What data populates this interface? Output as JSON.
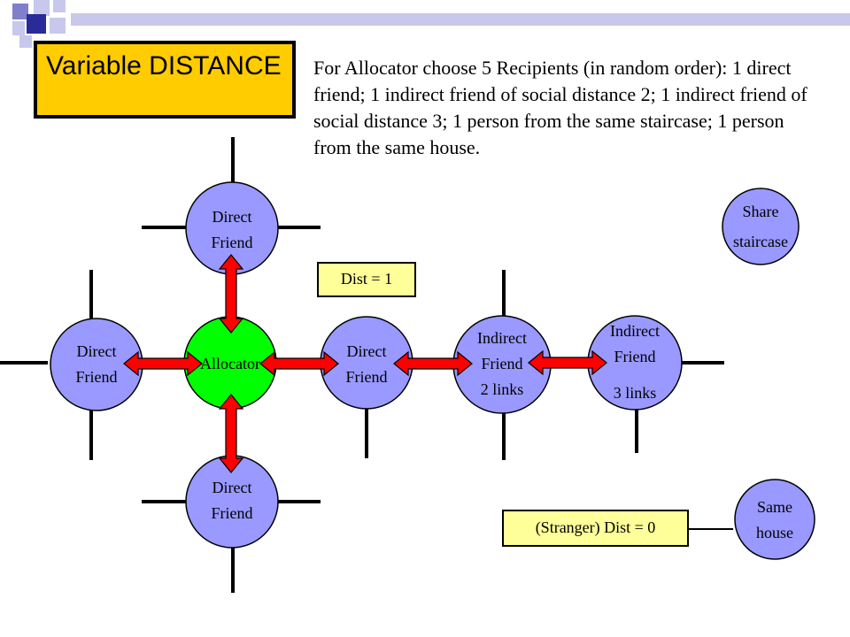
{
  "slide": {
    "title": "Variable DISTANCE",
    "description": "For Allocator choose 5 Recipients (in random order): 1 direct friend; 1 indirect friend of social distance 2; 1 indirect friend of social distance 3; 1 person from the same staircase; 1 person from the same house."
  },
  "nodes": {
    "direct_top": [
      "Direct",
      "Friend"
    ],
    "direct_left": [
      "Direct",
      "Friend"
    ],
    "allocator": [
      "Allocator"
    ],
    "direct_right": [
      "Direct",
      "Friend"
    ],
    "indirect2": [
      "Indirect",
      "Friend",
      "2 links"
    ],
    "indirect3": [
      "Indirect",
      "Friend",
      "3 links"
    ],
    "direct_bottom": [
      "Direct",
      "Friend"
    ],
    "share": [
      "Share",
      "staircase"
    ],
    "house": [
      "Same",
      "house"
    ]
  },
  "labels": {
    "dist1": "Dist = 1",
    "stranger": "(Stranger) Dist = 0"
  },
  "colors": {
    "node_fill": "#9999ff",
    "allocator_fill": "#00ff00",
    "arrow_fill": "#ff0000",
    "title_fill": "#ffcc00",
    "label_fill": "#ffff99"
  }
}
